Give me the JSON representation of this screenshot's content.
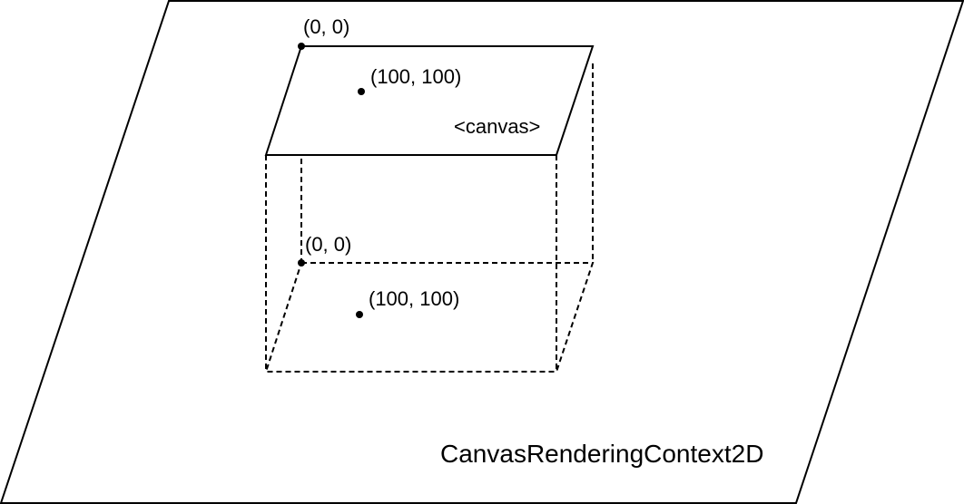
{
  "context": {
    "label": "CanvasRenderingContext2D",
    "origin_label": "(0, 0)",
    "point_label": "(100, 100)"
  },
  "canvas": {
    "label": "<canvas>",
    "origin_label": "(0, 0)",
    "point_label": "(100, 100)"
  },
  "colors": {
    "stroke": "#000000",
    "background": "#ffffff"
  }
}
